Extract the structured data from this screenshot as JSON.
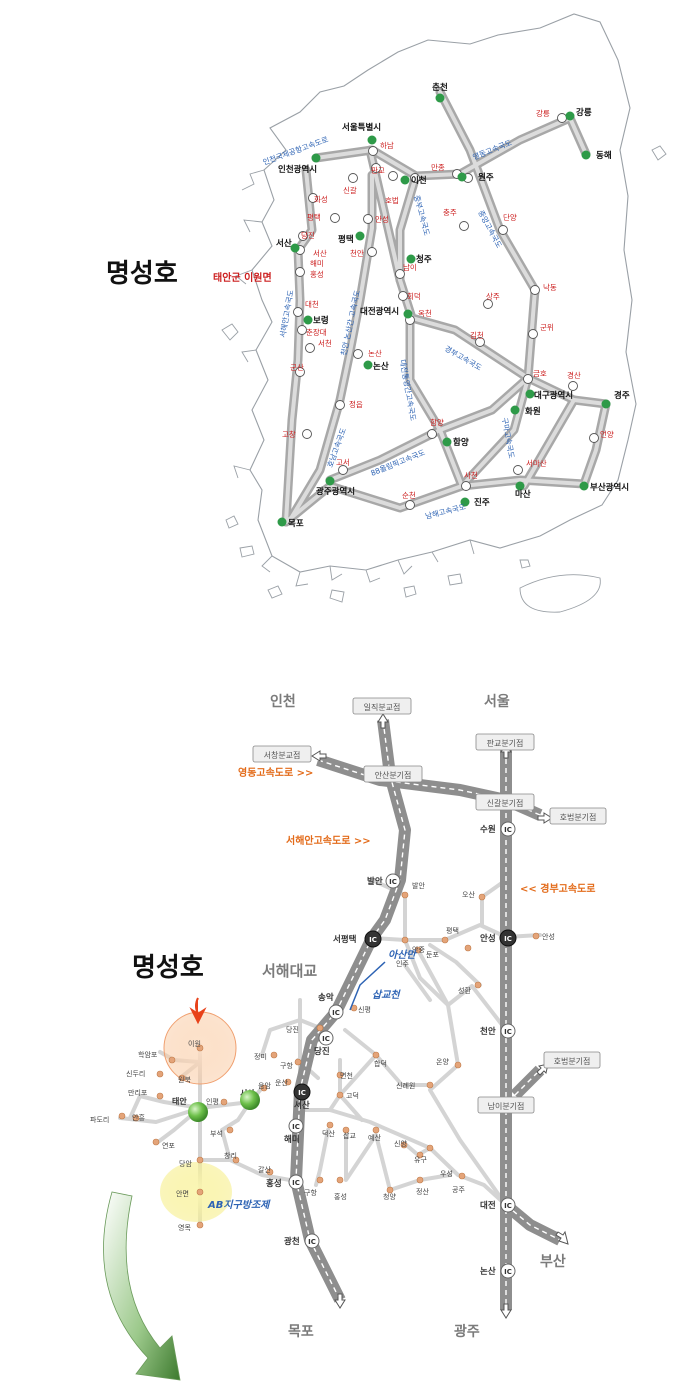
{
  "top_map": {
    "title": "명성호",
    "location": "태안군 이원면",
    "cities": [
      {
        "id": "chuncheon",
        "label": "춘천"
      },
      {
        "id": "gangneung",
        "label": "강릉"
      },
      {
        "id": "donghae",
        "label": "동해"
      },
      {
        "id": "seoul",
        "label": "서울특별시"
      },
      {
        "id": "incheon",
        "label": "인천광역시"
      },
      {
        "id": "wonju",
        "label": "원주"
      },
      {
        "id": "icheon",
        "label": "이천"
      },
      {
        "id": "pyeongtaek",
        "label": "평택"
      },
      {
        "id": "seosan",
        "label": "서산"
      },
      {
        "id": "cheongju",
        "label": "청주"
      },
      {
        "id": "boryeong",
        "label": "보령"
      },
      {
        "id": "daejeon",
        "label": "대전광역시"
      },
      {
        "id": "nonsan",
        "label": "논산"
      },
      {
        "id": "daegu",
        "label": "대구광역시"
      },
      {
        "id": "hwawon",
        "label": "화원"
      },
      {
        "id": "gyeongju",
        "label": "경주"
      },
      {
        "id": "hamyang",
        "label": "함양"
      },
      {
        "id": "gwangju",
        "label": "광주광역시"
      },
      {
        "id": "jinju",
        "label": "진주"
      },
      {
        "id": "masan",
        "label": "마산"
      },
      {
        "id": "busan",
        "label": "부산광역시"
      },
      {
        "id": "mokpo",
        "label": "목포"
      }
    ],
    "ic_labels": [
      {
        "id": "hanam",
        "label": "하남"
      },
      {
        "id": "pangyo",
        "label": "판교"
      },
      {
        "id": "singal",
        "label": "신갈"
      },
      {
        "id": "hobeop",
        "label": "호법"
      },
      {
        "id": "mancheong",
        "label": "만종"
      },
      {
        "id": "gangneung_ic",
        "label": "강릉"
      },
      {
        "id": "hwaseong",
        "label": "화성"
      },
      {
        "id": "pyeongtaek_ic",
        "label": "평택"
      },
      {
        "id": "anseong",
        "label": "안성"
      },
      {
        "id": "chungju",
        "label": "충주"
      },
      {
        "id": "danyang",
        "label": "단양"
      },
      {
        "id": "dangjin",
        "label": "당진"
      },
      {
        "id": "cheonan",
        "label": "천안"
      },
      {
        "id": "seosan_ic",
        "label": "서산"
      },
      {
        "id": "haemi",
        "label": "해미"
      },
      {
        "id": "hongseong",
        "label": "홍성"
      },
      {
        "id": "nami",
        "label": "남이"
      },
      {
        "id": "hoedeok",
        "label": "회덕"
      },
      {
        "id": "okcheon",
        "label": "옥천"
      },
      {
        "id": "sangju",
        "label": "상주"
      },
      {
        "id": "nakdong",
        "label": "낙동"
      },
      {
        "id": "daecheon",
        "label": "대천"
      },
      {
        "id": "chunjangdae",
        "label": "춘장대"
      },
      {
        "id": "seocheon",
        "label": "서천"
      },
      {
        "id": "gimcheon",
        "label": "김천"
      },
      {
        "id": "gunwi",
        "label": "군위"
      },
      {
        "id": "gunsan",
        "label": "군산"
      },
      {
        "id": "nonsan_ic",
        "label": "논산"
      },
      {
        "id": "geumho",
        "label": "금호"
      },
      {
        "id": "gyeongsan",
        "label": "경산"
      },
      {
        "id": "jeongeup",
        "label": "정읍"
      },
      {
        "id": "hamyang_ic",
        "label": "함양"
      },
      {
        "id": "gochang",
        "label": "고창"
      },
      {
        "id": "eonyang",
        "label": "언양"
      },
      {
        "id": "goseo",
        "label": "고서"
      },
      {
        "id": "seomasan",
        "label": "서마산"
      },
      {
        "id": "sacheon",
        "label": "사천"
      },
      {
        "id": "suncheon",
        "label": "순천"
      }
    ],
    "expressways": [
      {
        "id": "incheon_airport",
        "label": "인천국제공항고속도로"
      },
      {
        "id": "yeongdong",
        "label": "영동고속국도"
      },
      {
        "id": "jungbu",
        "label": "중부고속국도"
      },
      {
        "id": "jungang",
        "label": "중앙고속국도"
      },
      {
        "id": "seohaean",
        "label": "서해안고속국도"
      },
      {
        "id": "cheonan_nonsan",
        "label": "천안 논산간 고속국도"
      },
      {
        "id": "gyeongbu",
        "label": "경부고속국도"
      },
      {
        "id": "daejeon_tongyeong",
        "label": "대전통영간고속국도"
      },
      {
        "id": "honam",
        "label": "호남고속국도"
      },
      {
        "id": "olympic88",
        "label": "88올림픽고속국도"
      },
      {
        "id": "guma",
        "label": "구마고속국도"
      },
      {
        "id": "namhae",
        "label": "남해고속국도"
      }
    ]
  },
  "bottom_map": {
    "title": "명성호",
    "regions": [
      {
        "id": "incheon",
        "label": "인천"
      },
      {
        "id": "seoul",
        "label": "서울"
      },
      {
        "id": "mokpo",
        "label": "목포"
      },
      {
        "id": "gwangju",
        "label": "광주"
      },
      {
        "id": "busan",
        "label": "부산"
      },
      {
        "id": "seohae_bridge",
        "label": "서해대교"
      }
    ],
    "boxes": [
      {
        "id": "iljik",
        "label": "일직분교점"
      },
      {
        "id": "pangyo",
        "label": "판교분기점"
      },
      {
        "id": "seochang",
        "label": "서창분교점"
      },
      {
        "id": "ansan",
        "label": "안산분기점"
      },
      {
        "id": "singal",
        "label": "신갈분기점"
      },
      {
        "id": "hobeop1",
        "label": "호법분기점"
      },
      {
        "id": "hobeop2",
        "label": "호법분기점"
      },
      {
        "id": "nami",
        "label": "남이분기점"
      }
    ],
    "expressways": [
      {
        "id": "yeongdong",
        "label": "영동고속도로 >>"
      },
      {
        "id": "seohaean",
        "label": "서해안고속도로 >>"
      },
      {
        "id": "gyeongbu",
        "label": "<< 경부고속도로"
      }
    ],
    "ic_badges": [
      {
        "id": "suwon",
        "label": "수원"
      },
      {
        "id": "balan",
        "label": "발안"
      },
      {
        "id": "seopyeongtaek",
        "label": "서평택"
      },
      {
        "id": "anseong",
        "label": "안성"
      },
      {
        "id": "songak",
        "label": "송악"
      },
      {
        "id": "dangjin",
        "label": "당진"
      },
      {
        "id": "cheonan",
        "label": "천안"
      },
      {
        "id": "seosan",
        "label": "서산"
      },
      {
        "id": "haemi",
        "label": "해미"
      },
      {
        "id": "hongseong",
        "label": "홍성"
      },
      {
        "id": "daejeon",
        "label": "대전"
      },
      {
        "id": "nonsan",
        "label": "논산"
      },
      {
        "id": "gwangcheon",
        "label": "광천"
      }
    ],
    "places": [
      {
        "id": "balan_t",
        "label": "발안"
      },
      {
        "id": "osan",
        "label": "오산"
      },
      {
        "id": "anjung",
        "label": "안중"
      },
      {
        "id": "pyeongtaek",
        "label": "평택"
      },
      {
        "id": "anseong_t",
        "label": "안성"
      },
      {
        "id": "injoo",
        "label": "인주"
      },
      {
        "id": "dunpo",
        "label": "둔포"
      },
      {
        "id": "seonghwan",
        "label": "성환"
      },
      {
        "id": "sinpyeong",
        "label": "신평"
      },
      {
        "id": "dangjin_t",
        "label": "당진"
      },
      {
        "id": "jeongmi",
        "label": "정미"
      },
      {
        "id": "guhang",
        "label": "구항"
      },
      {
        "id": "eunsan",
        "label": "운산"
      },
      {
        "id": "hapdeok",
        "label": "합덕"
      },
      {
        "id": "onyang",
        "label": "온양"
      },
      {
        "id": "myeoncheon",
        "label": "면천"
      },
      {
        "id": "godeok",
        "label": "고덕"
      },
      {
        "id": "sinryewon",
        "label": "신례원"
      },
      {
        "id": "deoksan",
        "label": "덕산"
      },
      {
        "id": "sapgyo",
        "label": "삽교"
      },
      {
        "id": "yesan",
        "label": "예산"
      },
      {
        "id": "sinyang",
        "label": "신양"
      },
      {
        "id": "yugu",
        "label": "유구"
      },
      {
        "id": "usung",
        "label": "우성"
      },
      {
        "id": "gongju",
        "label": "공주"
      },
      {
        "id": "cheongyang",
        "label": "청양"
      },
      {
        "id": "jeongsan",
        "label": "정산"
      },
      {
        "id": "galsan",
        "label": "갈산"
      },
      {
        "id": "guhang2",
        "label": "구항"
      },
      {
        "id": "hongseong_t",
        "label": "홍성"
      },
      {
        "id": "eumam",
        "label": "음암"
      },
      {
        "id": "inpyeong",
        "label": "인평"
      },
      {
        "id": "buseok",
        "label": "부석"
      },
      {
        "id": "changri",
        "label": "창리"
      },
      {
        "id": "dangam",
        "label": "당암"
      },
      {
        "id": "taean",
        "label": "태안"
      },
      {
        "id": "seosan_t",
        "label": "서산"
      },
      {
        "id": "iwon",
        "label": "이원"
      },
      {
        "id": "hakampo",
        "label": "학암포"
      },
      {
        "id": "sinduri",
        "label": "신두리"
      },
      {
        "id": "wonbuk",
        "label": "원북"
      },
      {
        "id": "manlipo",
        "label": "만리포"
      },
      {
        "id": "padori",
        "label": "파도리"
      },
      {
        "id": "anheung",
        "label": "안흥"
      },
      {
        "id": "yeonpo",
        "label": "연포"
      },
      {
        "id": "anmyeon",
        "label": "안면"
      },
      {
        "id": "yeongmok",
        "label": "영목"
      },
      {
        "id": "ab_district",
        "label": "AB지구방조제"
      },
      {
        "id": "asan_bay",
        "label": "아산만"
      },
      {
        "id": "sapgyocheon",
        "label": "삽교천"
      }
    ]
  },
  "colors": {
    "land": "#ffffff",
    "coast": "#9aa0a6",
    "road_outer": "#a8a8a8",
    "road_inner": "#d8d8d8",
    "city_dot": "#2e9a48",
    "ic_red": "#cc1f1f",
    "route_blue": "#2d63b4",
    "orange": "#e36b1a",
    "region_gray": "#7b7b7b",
    "place_dot": "#e4a479"
  }
}
